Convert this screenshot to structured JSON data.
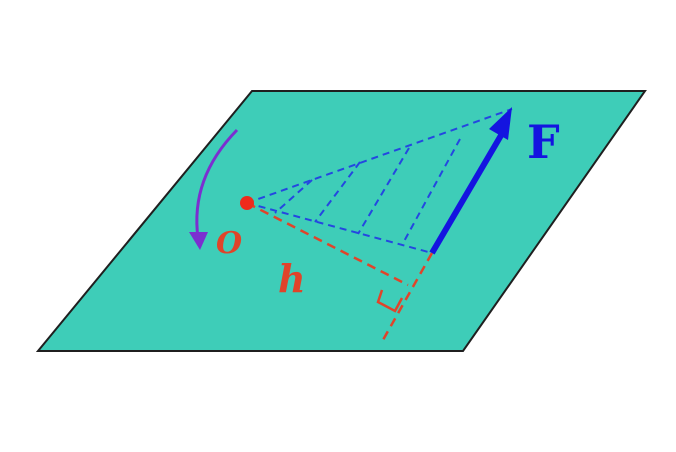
{
  "labels": {
    "force": "F",
    "lever_arm": "h",
    "pivot": "O"
  },
  "colors": {
    "plane_fill": "#3ecdb8",
    "plane_stroke": "#1f1f1f",
    "force_vector": "#1414e0",
    "dashed_lines": "#2447e0",
    "lever_arm": "#e0442a",
    "pivot_point": "#ee2b1c",
    "rotation_arrow": "#7b2fd0",
    "background": "#ffffff"
  },
  "icons": {
    "rotation_arrow": "curved-rotation-arrow-icon",
    "right_angle": "right-angle-marker-icon"
  }
}
